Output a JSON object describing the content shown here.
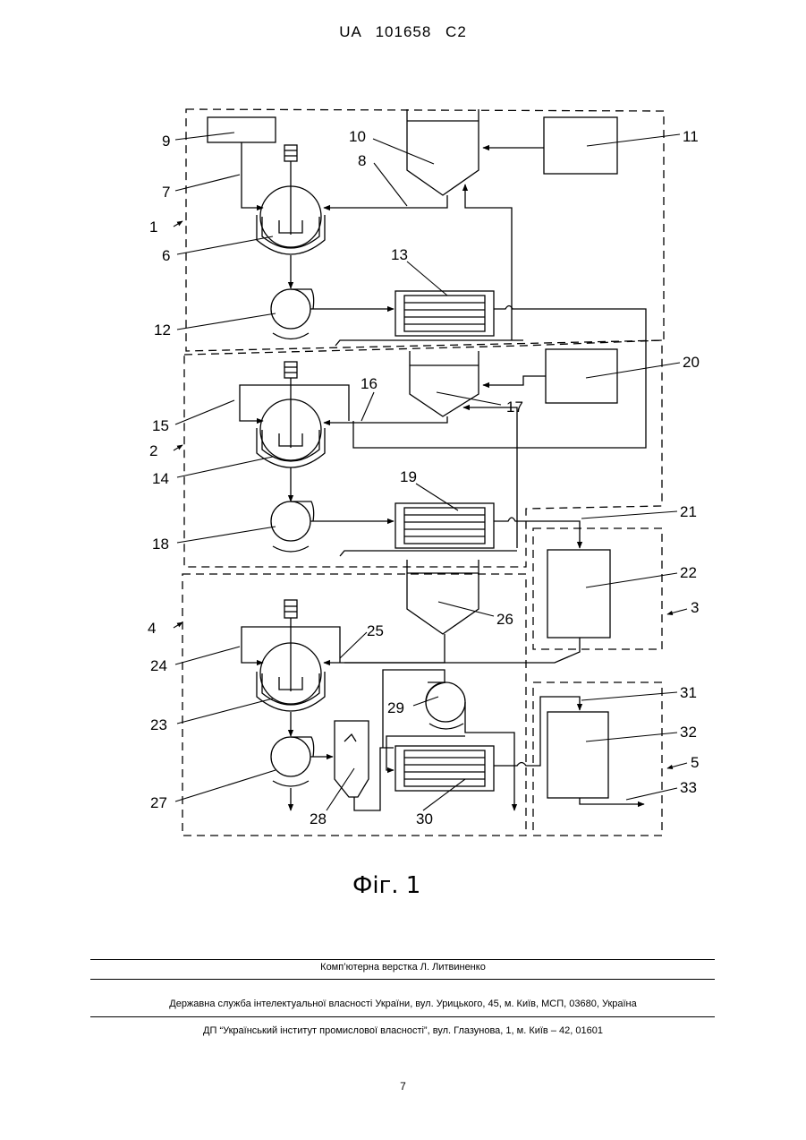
{
  "header": {
    "patent_no": "UA  101658  C2"
  },
  "figure": {
    "caption": "Фіг. 1",
    "labels": {
      "n1": "1",
      "n2": "2",
      "n3": "3",
      "n4": "4",
      "n5": "5",
      "n6": "6",
      "n7": "7",
      "n8": "8",
      "n9": "9",
      "n10": "10",
      "n11": "11",
      "n12": "12",
      "n13": "13",
      "n14": "14",
      "n15": "15",
      "n16": "16",
      "n17": "17",
      "n18": "18",
      "n19": "19",
      "n20": "20",
      "n21": "21",
      "n22": "22",
      "n23": "23",
      "n24": "24",
      "n25": "25",
      "n26": "26",
      "n27": "27",
      "n28": "28",
      "n29": "29",
      "n30": "30",
      "n31": "31",
      "n32": "32",
      "n33": "33"
    }
  },
  "footer": {
    "layout_credit": "Комп’ютерна верстка Л. Литвиненко",
    "agency": "Державна служба інтелектуальної власності України, вул. Урицького, 45, м. Київ, МСП, 03680, Україна",
    "institute": "ДП “Український інститут промислової власності”, вул. Глазунова, 1, м. Київ – 42, 01601"
  },
  "page_number": "7"
}
